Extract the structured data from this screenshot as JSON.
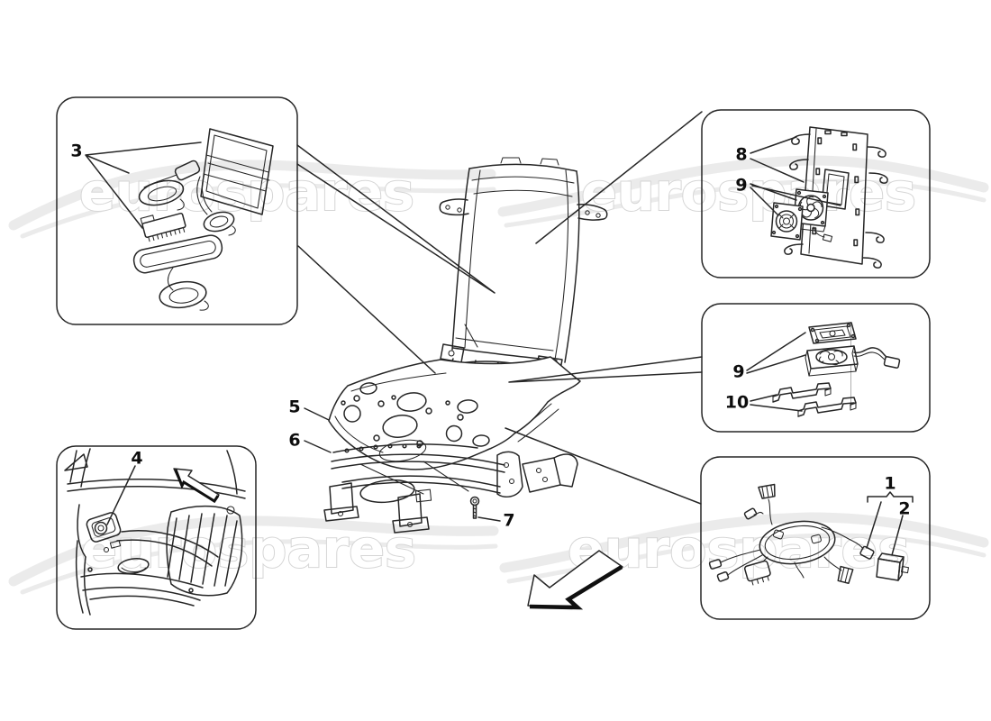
{
  "page": {
    "background": "#ffffff"
  },
  "watermark": {
    "text": "eurospares",
    "outline_color": "#d6d6d6",
    "swoosh_color": "#ebebeb"
  },
  "diagram": {
    "line_color": "#262626",
    "label_color": "#0d0d0d",
    "description_labels": "part callout numbers only"
  },
  "callouts": {
    "c1": "1",
    "c2": "2",
    "c3": "3",
    "c4": "4",
    "c5": "5",
    "c6": "6",
    "c7": "7",
    "c8": "8",
    "c9": "9",
    "c10": "10"
  }
}
